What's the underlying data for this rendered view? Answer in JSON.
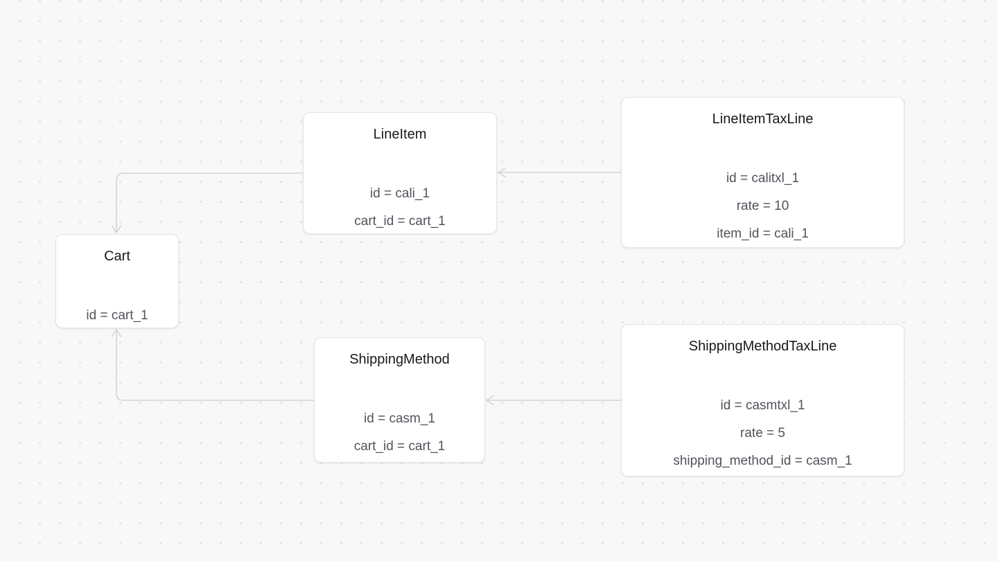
{
  "canvas": {
    "background_color": "#f8f8f9",
    "dot_color": "#e2e2e6"
  },
  "diagram": {
    "stroke_color": "#d4d4d8",
    "nodes": [
      {
        "id": "cart",
        "title": "Cart",
        "rows": [
          "id = cart_1"
        ]
      },
      {
        "id": "line-item",
        "title": "LineItem",
        "rows": [
          "id = cali_1",
          "cart_id = cart_1"
        ]
      },
      {
        "id": "line-item-tax-line",
        "title": "LineItemTaxLine",
        "rows": [
          "id = calitxl_1",
          "rate = 10",
          "item_id = cali_1"
        ]
      },
      {
        "id": "shipping-method",
        "title": "ShippingMethod",
        "rows": [
          "id = casm_1",
          "cart_id = cart_1"
        ]
      },
      {
        "id": "shipping-method-tax-line",
        "title": "ShippingMethodTaxLine",
        "rows": [
          "id = casmtxl_1",
          "rate = 5",
          "shipping_method_id = casm_1"
        ]
      }
    ],
    "edges": [
      {
        "from": "LineItemTaxLine",
        "to": "LineItem"
      },
      {
        "from": "LineItem",
        "to": "Cart"
      },
      {
        "from": "ShippingMethodTaxLine",
        "to": "ShippingMethod"
      },
      {
        "from": "ShippingMethod",
        "to": "Cart"
      }
    ]
  }
}
